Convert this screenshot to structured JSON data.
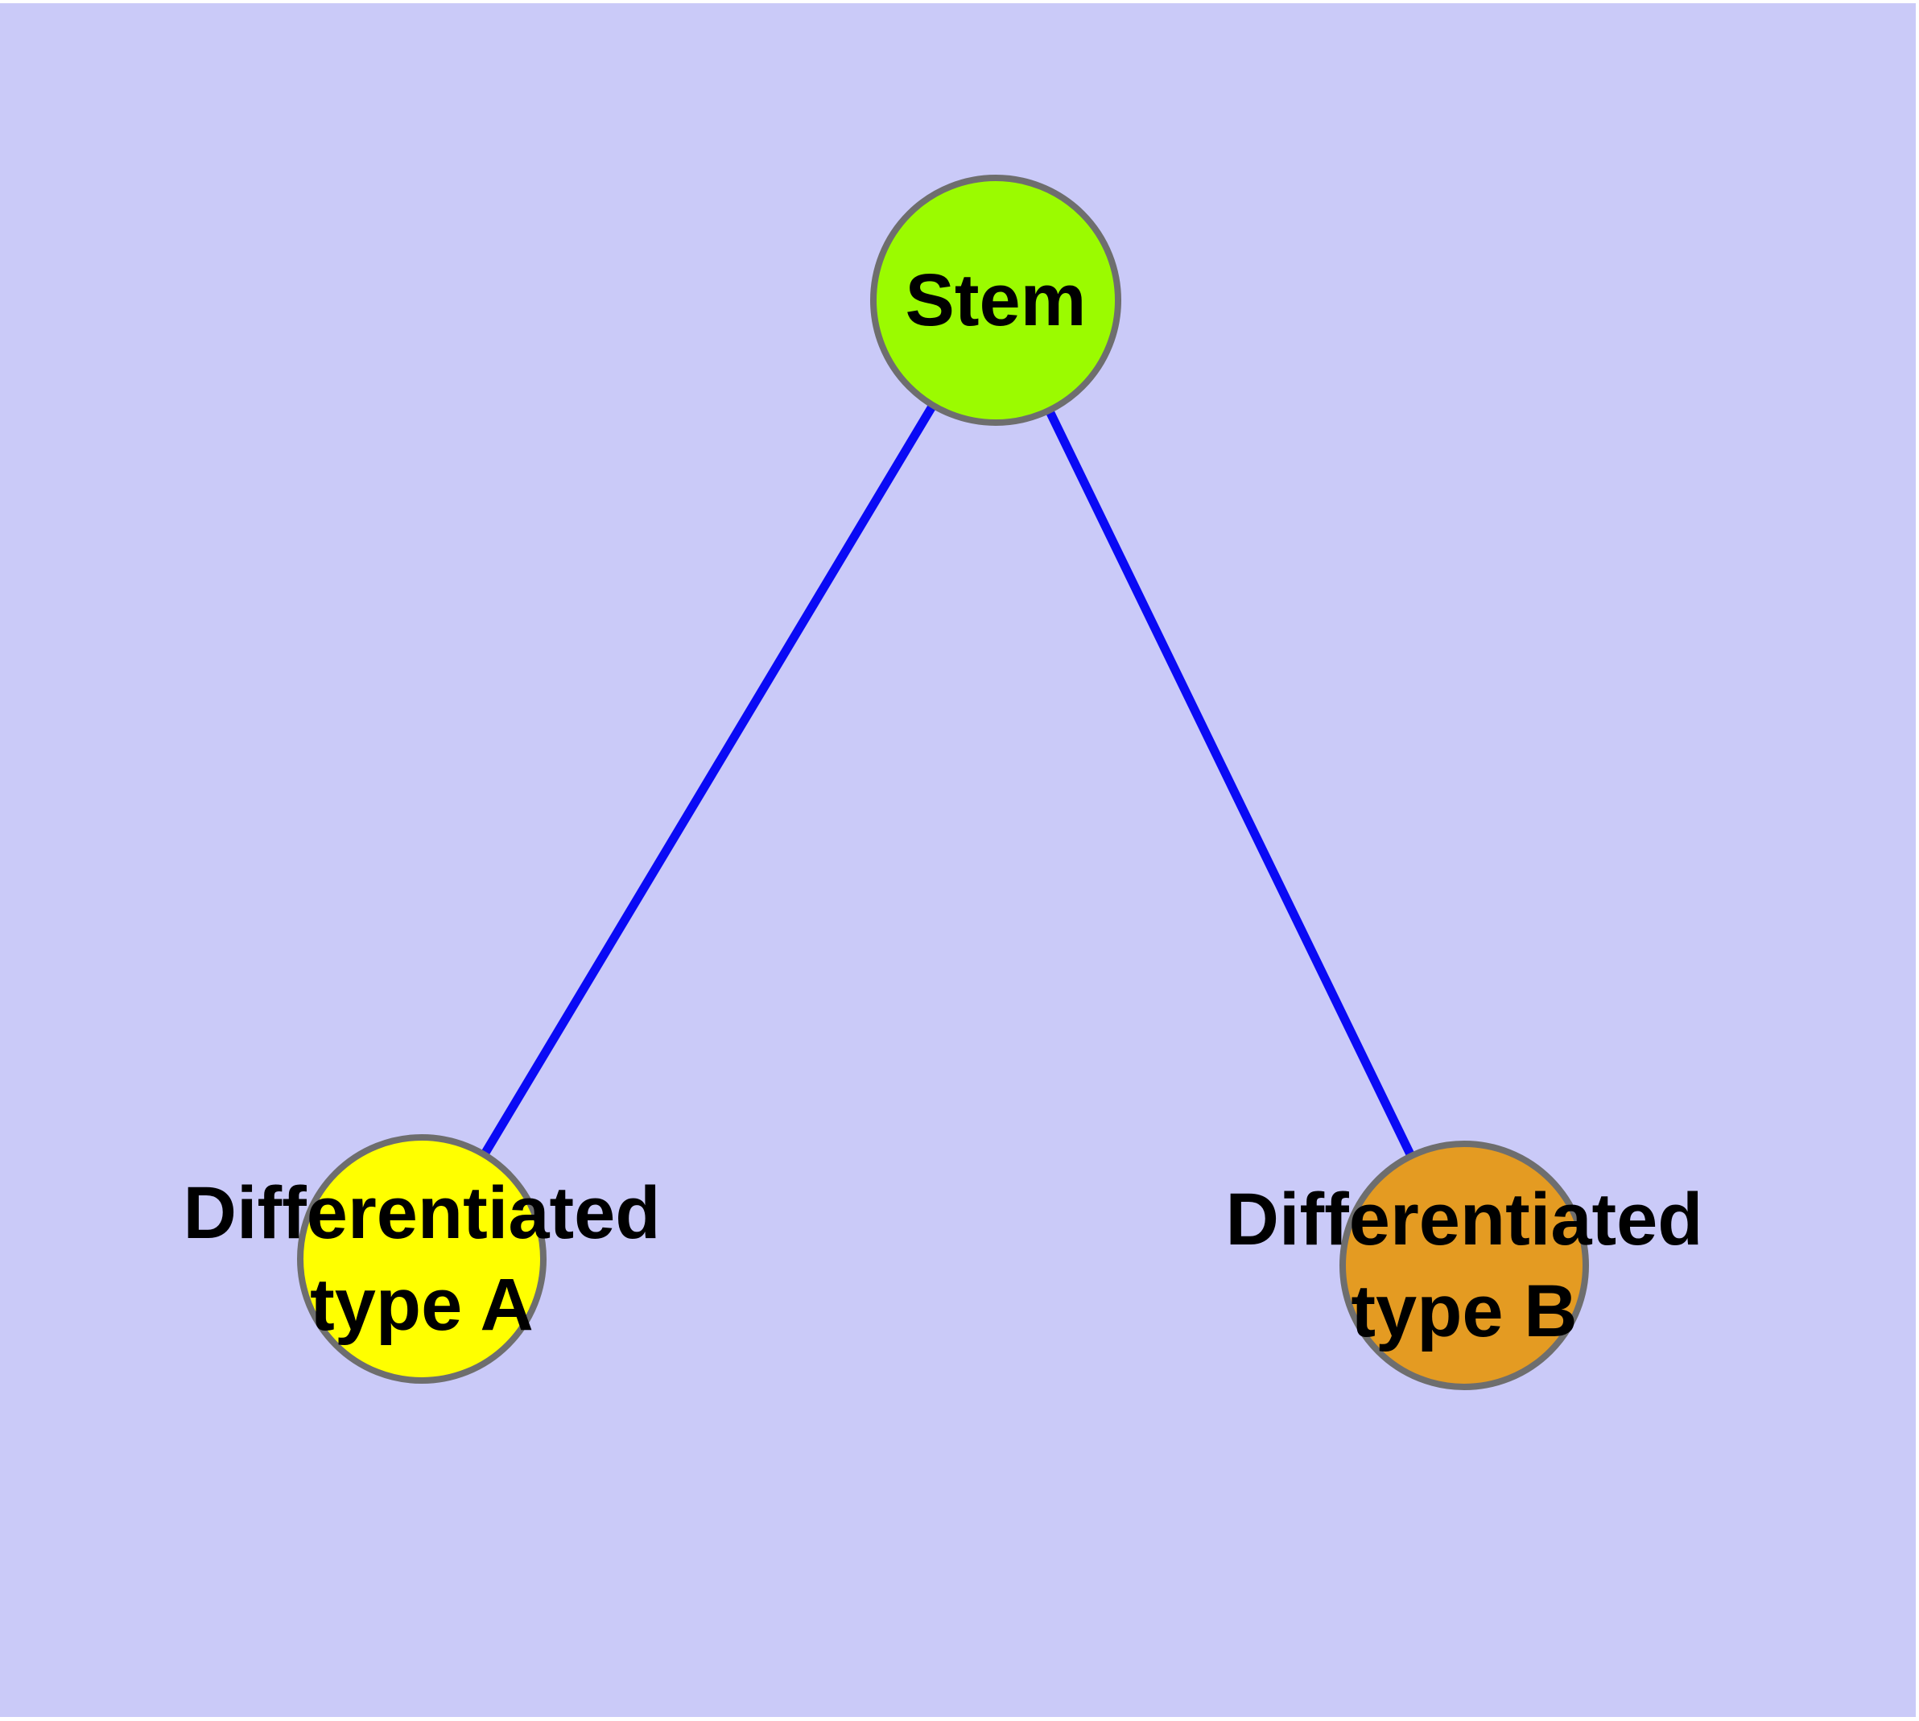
{
  "canvas": {
    "page_background": "#FFFFFF",
    "background": "#CACAF8"
  },
  "graph": {
    "nodes": {
      "stem": {
        "label": "Stem",
        "fill": "#9BFB00",
        "border": "#6E6E6E"
      },
      "type_a": {
        "label_line1": "Differentiated",
        "label_line2": "type A",
        "fill": "#FFFF00",
        "border": "#6E6E6E"
      },
      "type_b": {
        "label_line1": "Differentiated",
        "label_line2": "type B",
        "fill": "#E49B22",
        "border": "#6E6E6E"
      }
    },
    "edges": {
      "color": "#0A0AF5",
      "stem_to_type_a": {
        "from": "Stem",
        "to": "Differentiated type A"
      },
      "stem_to_type_b": {
        "from": "Stem",
        "to": "Differentiated type B"
      }
    }
  }
}
